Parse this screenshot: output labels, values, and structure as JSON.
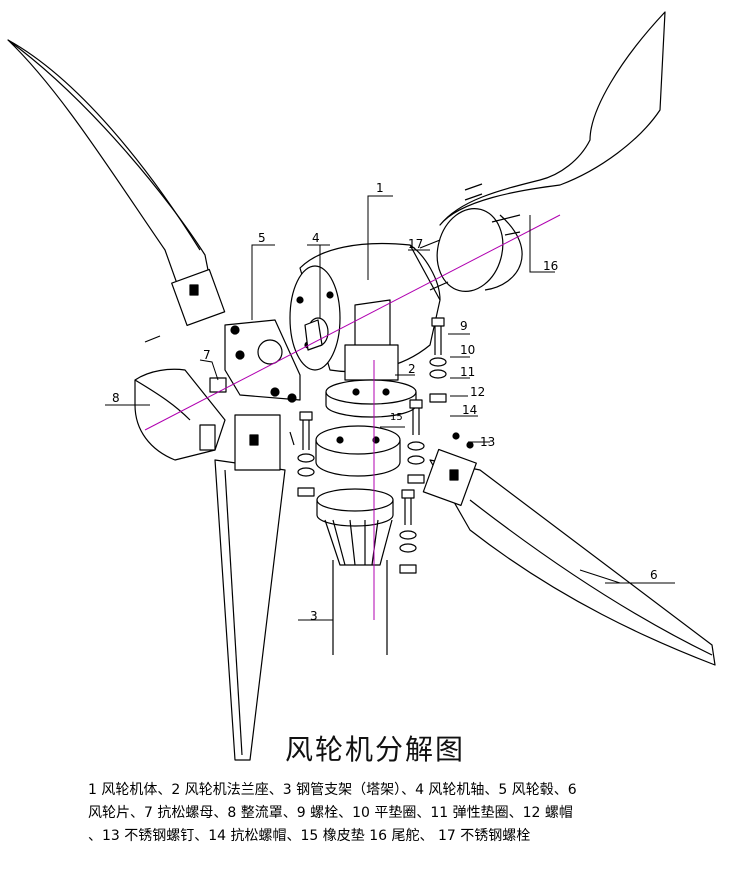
{
  "title": "风轮机分解图",
  "callouts": [
    "1",
    "2",
    "3",
    "4",
    "5",
    "6",
    "7",
    "8",
    "9",
    "10",
    "11",
    "12",
    "13",
    "14",
    "15",
    "16",
    "17"
  ],
  "caption": {
    "line1": "1 风轮机体、2 风轮机法兰座、3 钢管支架（塔架）、4 风轮机轴、5 风轮毂、6",
    "line2": "风轮片、7 抗松螺母、8 整流罩、9 螺栓、10 平垫圈、11 弹性垫圈、12 螺帽",
    "line3": "、13 不锈钢螺钉、14 抗松螺帽、15 橡皮垫 16 尾舵、 17 不锈钢螺栓"
  },
  "colors": {
    "axis_line": "#b000b0",
    "stroke": "#000000"
  }
}
